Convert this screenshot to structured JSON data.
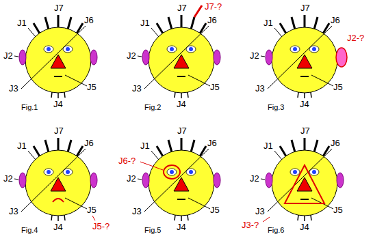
{
  "diagram": {
    "labels": [
      "J1",
      "J7",
      "J6",
      "J2",
      "J3",
      "J5",
      "J4",
      "Fig.1",
      "J1",
      "J7",
      "J6",
      "J2",
      "J3",
      "J5",
      "J4",
      "Fig.2",
      "J7-?",
      "J1",
      "J7",
      "J6",
      "J2",
      "J3",
      "J5",
      "J4",
      "Fig.3",
      "J2-?",
      "J1",
      "J7",
      "J6",
      "J2",
      "J3",
      "J5",
      "J4",
      "Fig.4",
      "J5-?",
      "J1",
      "J7",
      "J6",
      "J2",
      "J3",
      "J5",
      "J4",
      "Fig.5",
      "J6-?",
      "J1",
      "J7",
      "J6",
      "J2",
      "J3",
      "J5",
      "J4",
      "Fig.6",
      "J3-?"
    ]
  }
}
